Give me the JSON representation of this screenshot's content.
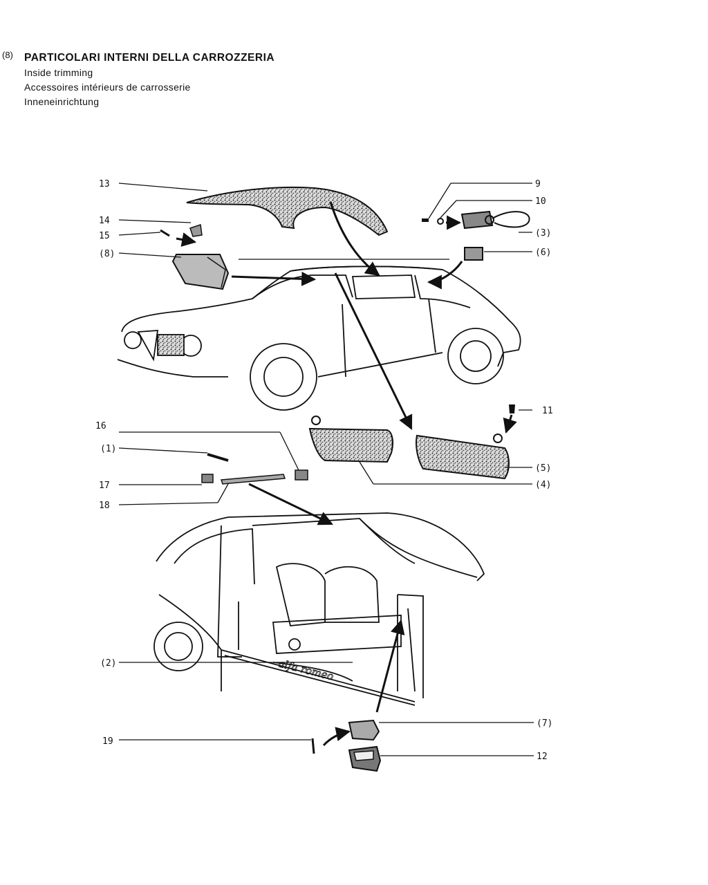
{
  "header": {
    "section_number": "(8)",
    "title_it": "PARTICOLARI INTERNI DELLA CARROZZERIA",
    "title_en": "Inside trimming",
    "title_fr": "Accessoires intérieurs de carrosserie",
    "title_de": "Inneneinrichtung"
  },
  "callouts": [
    {
      "id": "13",
      "text": "13"
    },
    {
      "id": "14",
      "text": "14"
    },
    {
      "id": "15",
      "text": "15"
    },
    {
      "id": "8",
      "text": "(8)"
    },
    {
      "id": "9",
      "text": "9"
    },
    {
      "id": "10",
      "text": "10"
    },
    {
      "id": "3",
      "text": "(3)"
    },
    {
      "id": "6",
      "text": "(6)"
    },
    {
      "id": "11",
      "text": "11"
    },
    {
      "id": "5",
      "text": "(5)"
    },
    {
      "id": "4",
      "text": "(4)"
    },
    {
      "id": "16",
      "text": "16"
    },
    {
      "id": "1",
      "text": "(1)"
    },
    {
      "id": "17",
      "text": "17"
    },
    {
      "id": "18",
      "text": "18"
    },
    {
      "id": "2",
      "text": "(2)"
    },
    {
      "id": "7",
      "text": "(7)"
    },
    {
      "id": "19",
      "text": "19"
    },
    {
      "id": "12",
      "text": "12"
    }
  ],
  "sill_plate_text": "alfa romeo"
}
